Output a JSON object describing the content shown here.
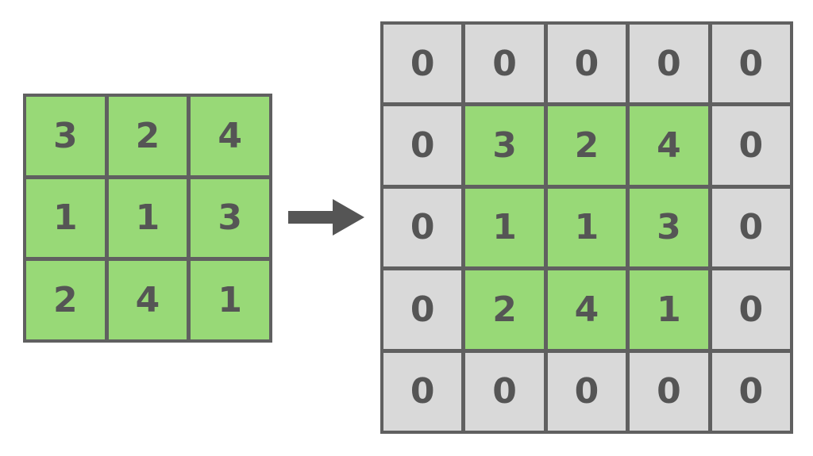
{
  "colors": {
    "input_fill": "#98d977",
    "padding_fill": "#d9d9d9",
    "border": "#606060",
    "text": "#555555",
    "arrow": "#555555"
  },
  "input_matrix": [
    [
      "3",
      "2",
      "4"
    ],
    [
      "1",
      "1",
      "3"
    ],
    [
      "2",
      "4",
      "1"
    ]
  ],
  "padded_matrix": [
    [
      "0",
      "0",
      "0",
      "0",
      "0"
    ],
    [
      "0",
      "3",
      "2",
      "4",
      "0"
    ],
    [
      "0",
      "1",
      "1",
      "3",
      "0"
    ],
    [
      "0",
      "2",
      "4",
      "1",
      "0"
    ],
    [
      "0",
      "0",
      "0",
      "0",
      "0"
    ]
  ],
  "arrow_icon": "right-arrow-icon"
}
